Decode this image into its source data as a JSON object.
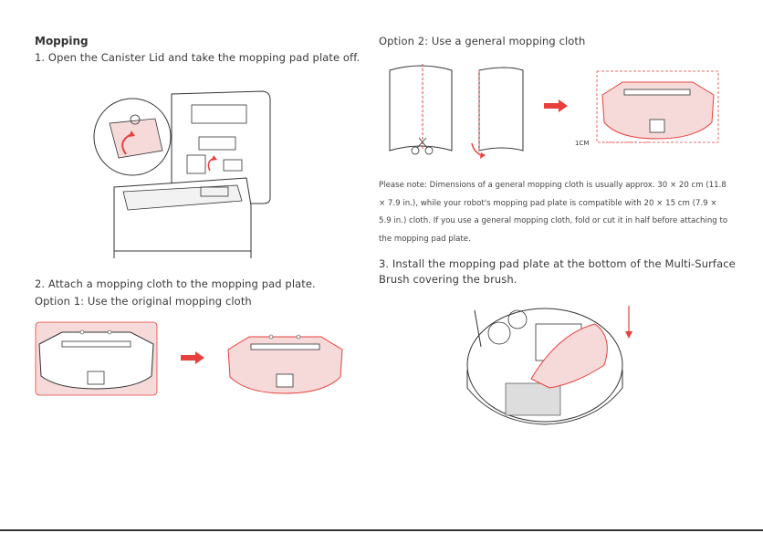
{
  "section_heading": "Mopping",
  "step1": "1. Open the Canister Lid and take the mopping pad plate off.",
  "step2": "2. Attach a mopping cloth to the mopping pad plate.",
  "option1": "Option 1: Use the original mopping cloth",
  "option2": "Option 2: Use a general mopping cloth",
  "note": "Please note: Dimensions of a general mopping cloth is usually approx. 30 × 20 cm (11.8 × 7.9 in.), while your robot's mopping pad plate is compatible with 20 × 15 cm (7.9 × 5.9 in.) cloth. If you use a general mopping cloth, fold or cut it in half before attaching to the mopping pad plate.",
  "step3": "3. Install the mopping pad plate at the bottom of the Multi-Surface Brush covering the brush.",
  "fold_label": "1CM",
  "colors": {
    "accent": "#e8403c",
    "pad_fill": "#f6dada",
    "line": "#333333"
  }
}
